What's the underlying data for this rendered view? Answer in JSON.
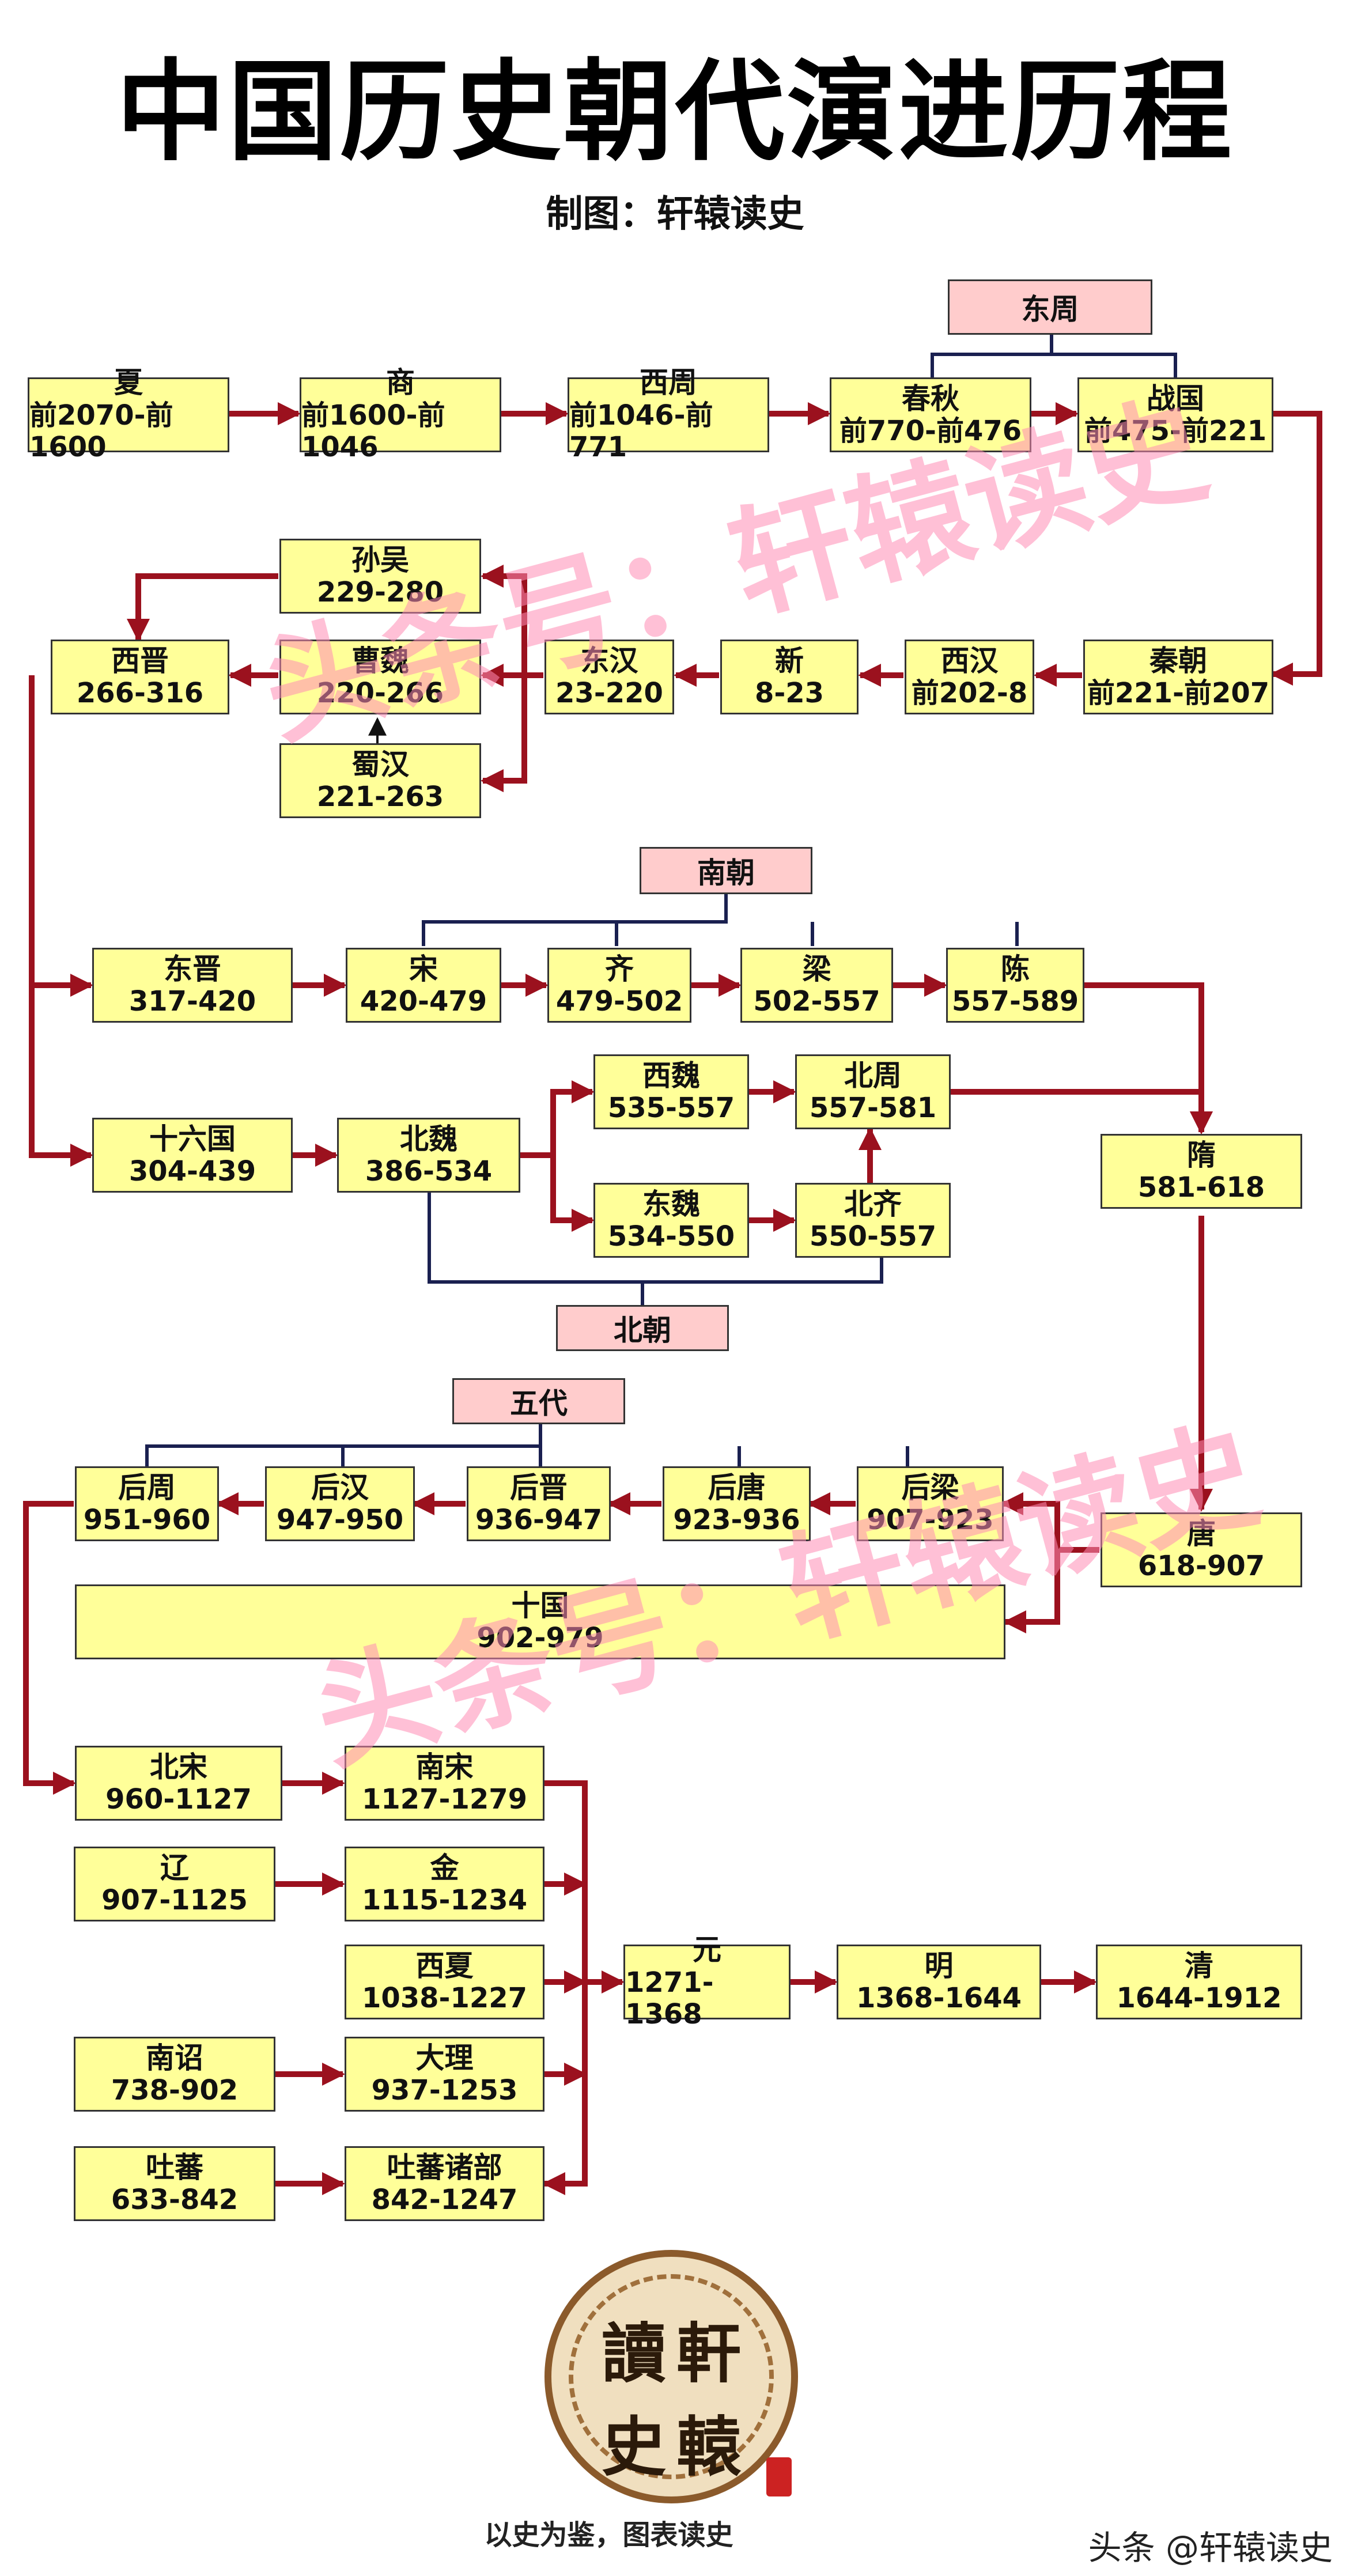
{
  "title": "中国历史朝代演进历程",
  "subtitle": "制图：轩辕读史",
  "watermark": "头条号：轩辕读史",
  "categories": {
    "dongzhou": "东周",
    "nanchao": "南朝",
    "beichao": "北朝",
    "wudai": "五代"
  },
  "dynasties": {
    "xia": {
      "name": "夏",
      "years": "前2070-前1600"
    },
    "shang": {
      "name": "商",
      "years": "前1600-前1046"
    },
    "xizhou": {
      "name": "西周",
      "years": "前1046-前771"
    },
    "chunqiu": {
      "name": "春秋",
      "years": "前770-前476"
    },
    "zhanguo": {
      "name": "战国",
      "years": "前475-前221"
    },
    "sunwu": {
      "name": "孙吴",
      "years": "229-280"
    },
    "xijin": {
      "name": "西晋",
      "years": "266-316"
    },
    "caowei": {
      "name": "曹魏",
      "years": "220-266"
    },
    "shuhan": {
      "name": "蜀汉",
      "years": "221-263"
    },
    "donghan": {
      "name": "东汉",
      "years": "23-220"
    },
    "xin": {
      "name": "新",
      "years": "8-23"
    },
    "xihan": {
      "name": "西汉",
      "years": "前202-8"
    },
    "qin": {
      "name": "秦朝",
      "years": "前221-前207"
    },
    "dongjin": {
      "name": "东晋",
      "years": "317-420"
    },
    "song_nan": {
      "name": "宋",
      "years": "420-479"
    },
    "qi_nan": {
      "name": "齐",
      "years": "479-502"
    },
    "liang_nan": {
      "name": "梁",
      "years": "502-557"
    },
    "chen": {
      "name": "陈",
      "years": "557-589"
    },
    "shiliuguo": {
      "name": "十六国",
      "years": "304-439"
    },
    "beiwei": {
      "name": "北魏",
      "years": "386-534"
    },
    "xiwei": {
      "name": "西魏",
      "years": "535-557"
    },
    "beizhou": {
      "name": "北周",
      "years": "557-581"
    },
    "dongwei": {
      "name": "东魏",
      "years": "534-550"
    },
    "beiqi": {
      "name": "北齐",
      "years": "550-557"
    },
    "sui": {
      "name": "隋",
      "years": "581-618"
    },
    "houzhou": {
      "name": "后周",
      "years": "951-960"
    },
    "houhan": {
      "name": "后汉",
      "years": "947-950"
    },
    "houjin": {
      "name": "后晋",
      "years": "936-947"
    },
    "houtang": {
      "name": "后唐",
      "years": "923-936"
    },
    "houliang": {
      "name": "后梁",
      "years": "907-923"
    },
    "tang": {
      "name": "唐",
      "years": "618-907"
    },
    "shiguo": {
      "name": "十国",
      "years": "902-979"
    },
    "beisong": {
      "name": "北宋",
      "years": "960-1127"
    },
    "nansong": {
      "name": "南宋",
      "years": "1127-1279"
    },
    "liao": {
      "name": "辽",
      "years": "907-1125"
    },
    "jin": {
      "name": "金",
      "years": "1115-1234"
    },
    "xixia": {
      "name": "西夏",
      "years": "1038-1227"
    },
    "yuan": {
      "name": "元",
      "years": "1271-1368"
    },
    "ming": {
      "name": "明",
      "years": "1368-1644"
    },
    "qing": {
      "name": "清",
      "years": "1644-1912"
    },
    "nanzhao": {
      "name": "南诏",
      "years": "738-902"
    },
    "dali": {
      "name": "大理",
      "years": "937-1253"
    },
    "tubo": {
      "name": "吐蕃",
      "years": "633-842"
    },
    "tubozhubu": {
      "name": "吐蕃诸部",
      "years": "842-1247"
    }
  },
  "seal": {
    "chars": [
      "讀",
      "軒",
      "史",
      "轅"
    ]
  },
  "motto": "以史为鉴，图表读史",
  "credit": "头条 @轩辕读史",
  "colors": {
    "box_fill": "#ffff99",
    "category_fill": "#ffcccc",
    "arrow": "#9b111e",
    "connector": "#1a2050"
  }
}
